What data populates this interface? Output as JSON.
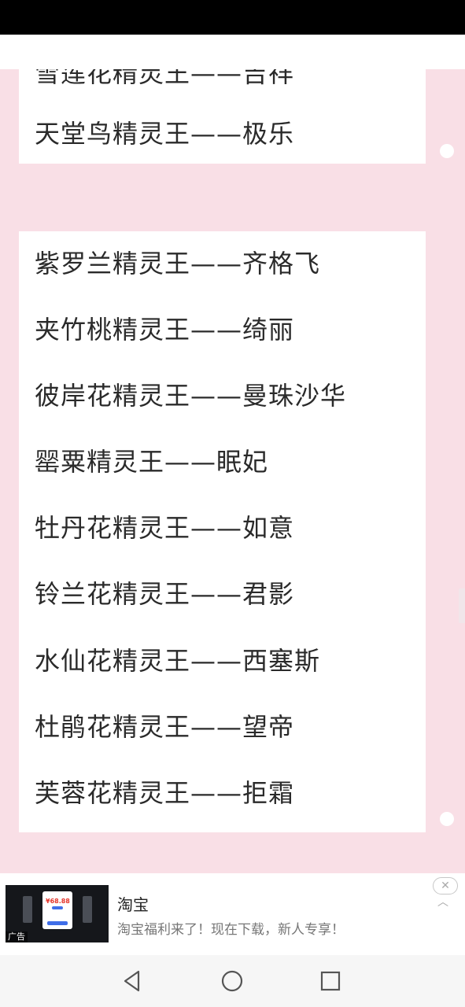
{
  "article": {
    "card1_lines": [
      "雪莲花精灵王——吉祥",
      "天堂鸟精灵王——极乐"
    ],
    "card2_lines": [
      "紫罗兰精灵王——齐格飞",
      "夹竹桃精灵王——绮丽",
      "彼岸花精灵王——曼珠沙华",
      "罂粟精灵王——眠妃",
      "牡丹花精灵王——如意",
      "铃兰花精灵王——君影",
      "水仙花精灵王——西塞斯",
      "杜鹃花精灵王——望帝",
      "芙蓉花精灵王——拒霜"
    ]
  },
  "ad": {
    "title": "淘宝",
    "description": "淘宝福利来了！现在下载，新人专享！",
    "label": "广告",
    "thumb_price": "¥68.88",
    "close_symbol": "✕",
    "chevron_symbol": "︿"
  },
  "navbar": {
    "icons": [
      "back-icon",
      "home-icon",
      "recent-apps-icon"
    ]
  },
  "colors": {
    "page_background": "#f9dfe6",
    "card_background": "#ffffff",
    "text": "#2a2a2a"
  }
}
